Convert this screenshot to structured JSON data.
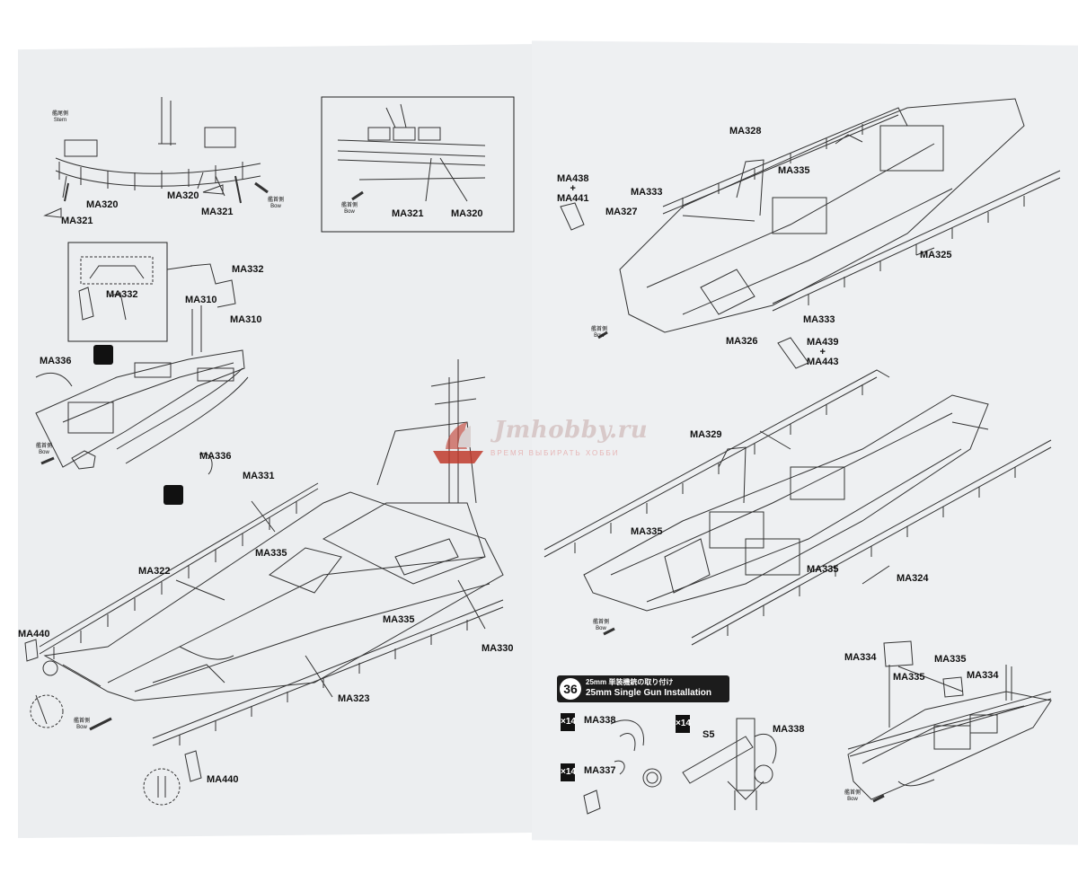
{
  "left_page": {
    "stern_note": {
      "jp": "艦尾側",
      "en": "Stern"
    },
    "bow_note": {
      "jp": "艦首側",
      "en": "Bow"
    },
    "parts": {
      "ma320": "MA320",
      "ma321": "MA321",
      "ma332": "MA332",
      "ma310": "MA310",
      "ma336": "MA336",
      "ma331": "MA331",
      "ma335": "MA335",
      "ma322": "MA322",
      "ma323": "MA323",
      "ma330": "MA330",
      "ma440": "MA440"
    }
  },
  "right_page": {
    "bow_note": {
      "jp": "艦首側",
      "en": "Bow"
    },
    "parts": {
      "ma328": "MA328",
      "ma335": "MA335",
      "ma438_441": [
        "MA438",
        "+",
        "MA441"
      ],
      "ma333": "MA333",
      "ma327": "MA327",
      "ma325": "MA325",
      "ma326": "MA326",
      "ma439_443": [
        "MA439",
        "+",
        "MA443"
      ],
      "ma329": "MA329",
      "ma324": "MA324",
      "ma334": "MA334",
      "ma338": "MA338",
      "ma337": "MA337",
      "s5": "S5"
    },
    "step": {
      "number": "36",
      "title_jp": "25mm 単装機銃の取り付け",
      "title_en": "25mm Single Gun Installation"
    },
    "quantity": "×14"
  },
  "watermark": {
    "name": "Jmhobby.ru",
    "slogan": "ВРЕМЯ ВЫБИРАТЬ ХОББИ",
    "accent_color": "#c0392b"
  }
}
